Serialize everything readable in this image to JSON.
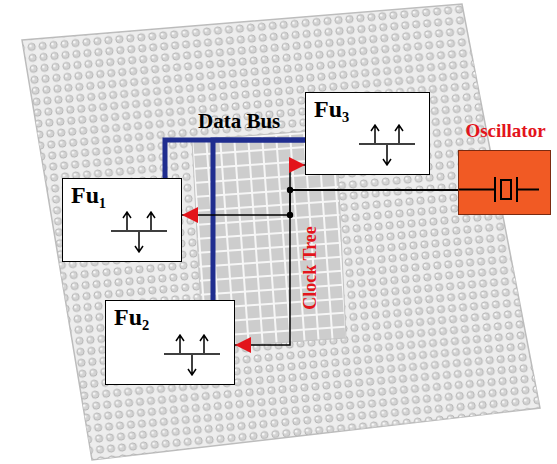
{
  "diagram": {
    "nodes": [
      {
        "text": [
          "Fu₁"
        ]
      },
      {
        "text": [
          "Fu₂"
        ]
      },
      {
        "text": [
          "Fu₃"
        ]
      },
      {
        "text": [
          "Oscillator"
        ]
      }
    ],
    "edges": [
      {
        "from": 2,
        "to": 0,
        "arrow": "none"
      },
      {
        "from": 2,
        "to": 1,
        "arrow": "none"
      },
      {
        "from": 3,
        "to": 2,
        "arrow": "to"
      },
      {
        "from": 3,
        "to": 0,
        "arrow": "to"
      },
      {
        "from": 3,
        "to": 1,
        "arrow": "to"
      }
    ],
    "labels": [
      "Data Bus",
      "Clock Tree"
    ]
  }
}
